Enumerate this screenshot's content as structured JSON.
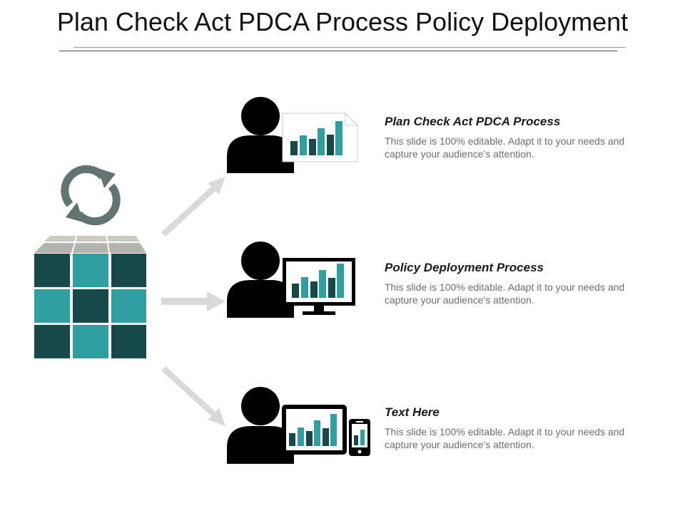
{
  "title": "Plan Check Act PDCA Process Policy Deployment",
  "colors": {
    "dark_teal": "#17494a",
    "teal": "#2e9ea0",
    "gray_top": "#b4b4ac",
    "arrow": "#d9d9d9",
    "icon": "#000000",
    "refresh": "#5f7473"
  },
  "items": [
    {
      "title": "Plan Check Act PDCA Process",
      "description": "This slide is 100% editable. Adapt it to your needs and capture your audience's attention."
    },
    {
      "title": "Policy Deployment Process",
      "description": "This slide is 100% editable. Adapt it to your needs and capture your audience's attention."
    },
    {
      "title": "Text Here",
      "description": "This slide is 100% editable. Adapt it to your needs and capture your audience's attention."
    }
  ]
}
